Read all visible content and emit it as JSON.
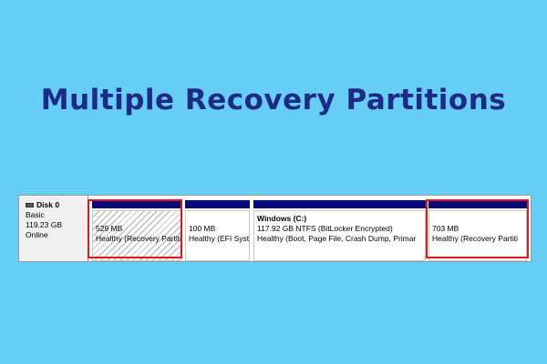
{
  "title": "Multiple Recovery Partitions",
  "colors": {
    "background": "#66cdf4",
    "title": "#1f2a86",
    "partition_bar": "#0a0a7a",
    "highlight": "#e01818"
  },
  "disk": {
    "name": "Disk 0",
    "type": "Basic",
    "size": "119.23 GB",
    "status": "Online",
    "icon": "disk-icon"
  },
  "partitions": [
    {
      "name": "",
      "size": "529 MB",
      "status": "Healthy (Recovery Partiti",
      "highlighted": true
    },
    {
      "name": "",
      "size": "100 MB",
      "status": "Healthy (EFI Syst",
      "highlighted": false
    },
    {
      "name": "Windows  (C:)",
      "size": "117.92 GB NTFS (BitLocker Encrypted)",
      "status": "Healthy (Boot, Page File, Crash Dump, Primar",
      "highlighted": false
    },
    {
      "name": "",
      "size": "703 MB",
      "status": "Healthy (Recovery Partiti",
      "highlighted": true
    }
  ]
}
